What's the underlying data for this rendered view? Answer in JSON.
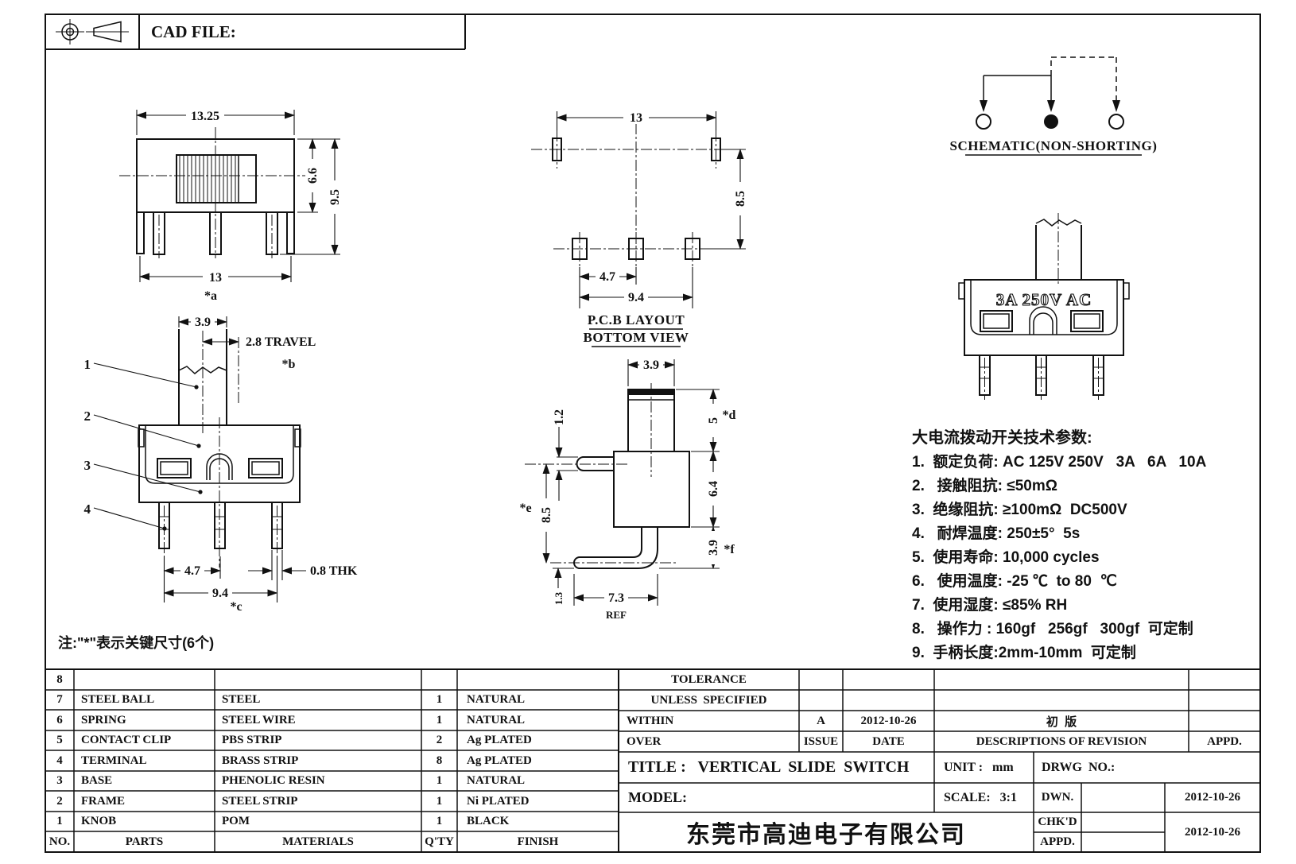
{
  "sheet": {
    "cad_file_label": "CAD FILE:"
  },
  "note": "注:\"*\"表示关键尺寸(6个)",
  "views": {
    "va": {
      "w_top": "13.25",
      "h_in": "6.6",
      "h_out": "9.5",
      "w_bot": "13",
      "key": "*a"
    },
    "fr": {
      "knob": "3.9",
      "travel": "2.8 TRAVEL",
      "key_b": "*b",
      "c1": "1",
      "c2": "2",
      "c3": "3",
      "c4": "4",
      "pitch": "4.7",
      "thk": "0.8 THK",
      "span": "9.4",
      "key_c": "*c"
    },
    "pcb": {
      "w": "13",
      "h": "8.5",
      "pitch": "4.7",
      "span": "9.4",
      "t1": "P.C.B LAYOUT",
      "t2": "BOTTOM VIEW"
    },
    "sd": {
      "knob": "3.9",
      "pin": "1.2",
      "d5": "5",
      "key_d": "*d",
      "key_e": "*e",
      "d85": "8.5",
      "d64": "6.4",
      "d39": "3.9",
      "key_f": "*f",
      "d73": "7.3",
      "d13": "1.3",
      "ref": "REF"
    },
    "sc": {
      "label": "SCHEMATIC(NON-SHORTING)"
    },
    "pr": {
      "marking": "3A 250V AC"
    }
  },
  "specs": {
    "title": "大电流拨动开关技术参数:",
    "items": [
      "1.  额定负荷: AC 125V 250V   3A   6A   10A",
      "2.   接触阻抗: ≤50mΩ",
      "3.  绝缘阻抗: ≥100mΩ  DC500V",
      "4.   耐焊温度: 250±5°  5s",
      "5.  使用寿命: 10,000 cycles",
      "6.   使用温度: -25 ℃  to 80  ℃",
      "7.  使用湿度: ≤85% RH",
      "8.   操作力 : 160gf   256gf   300gf  可定制",
      "9.  手柄长度:2mm-10mm  可定制"
    ]
  },
  "parts": {
    "headers": [
      "NO.",
      "PARTS",
      "MATERIALS",
      "Q'TY",
      "FINISH"
    ],
    "rows": [
      [
        "8",
        "",
        "",
        "",
        ""
      ],
      [
        "7",
        "STEEL BALL",
        "STEEL",
        "1",
        "NATURAL"
      ],
      [
        "6",
        "SPRING",
        "STEEL WIRE",
        "1",
        "NATURAL"
      ],
      [
        "5",
        "CONTACT CLIP",
        "PBS STRIP",
        "2",
        "Ag PLATED"
      ],
      [
        "4",
        "TERMINAL",
        "BRASS STRIP",
        "8",
        "Ag PLATED"
      ],
      [
        "3",
        "BASE",
        "PHENOLIC RESIN",
        "1",
        "NATURAL"
      ],
      [
        "2",
        "FRAME",
        "STEEL STRIP",
        "1",
        "Ni PLATED"
      ],
      [
        "1",
        "KNOB",
        "POM",
        "1",
        "BLACK"
      ]
    ]
  },
  "tb": {
    "tolerance1": "TOLERANCE",
    "tolerance2": "UNLESS  SPECIFIED",
    "within": "WITHIN",
    "over": "OVER",
    "issue_val": "A",
    "date_val": "2012-10-26",
    "rev_desc": "初  版",
    "issue": "ISSUE",
    "date": "DATE",
    "desc": "DESCRIPTIONS OF REVISION",
    "appd_h": "APPD.",
    "title": "TITLE :   VERTICAL  SLIDE  SWITCH",
    "unit": "UNIT :   mm",
    "drwg": "DRWG  NO.:",
    "model": "MODEL:",
    "scale": "SCALE:   3:1",
    "dwn": "DWN.",
    "chkd": "CHK'D",
    "appd": "APPD.",
    "dwn_date": "2012-10-26",
    "chk_date": "2012-10-26",
    "company": "东莞市高迪电子有限公司"
  }
}
